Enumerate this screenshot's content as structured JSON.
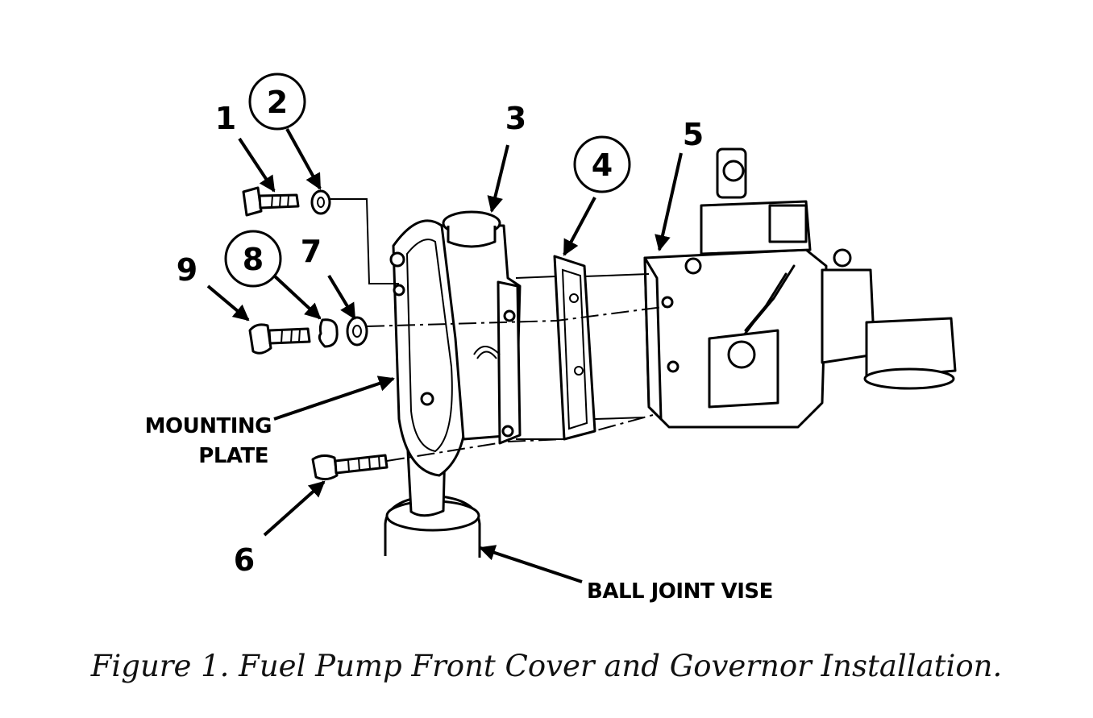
{
  "callouts": {
    "c1": "1",
    "c2": "2",
    "c3": "3",
    "c4": "4",
    "c5": "5",
    "c6": "6",
    "c7": "7",
    "c8": "8",
    "c9": "9"
  },
  "labels": {
    "mounting_line1": "MOUNTING",
    "mounting_line2": "PLATE",
    "vise": "BALL JOINT VISE"
  },
  "caption": "Figure 1.  Fuel Pump Front Cover and Governor Installation."
}
